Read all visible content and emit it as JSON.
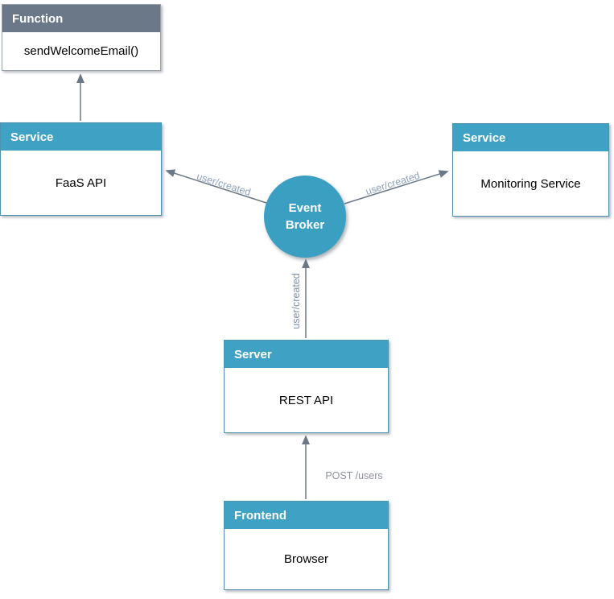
{
  "diagram": {
    "nodes": {
      "function": {
        "header": "Function",
        "label": "sendWelcomeEmail()"
      },
      "faas_api": {
        "header": "Service",
        "label": "FaaS API"
      },
      "monitoring": {
        "header": "Service",
        "label": "Monitoring Service"
      },
      "event_broker": {
        "label_line1": "Event",
        "label_line2": "Broker"
      },
      "rest_api": {
        "header": "Server",
        "label": "REST API"
      },
      "browser": {
        "header": "Frontend",
        "label": "Browser"
      }
    },
    "edges": {
      "broker_to_faas": {
        "label": "user/created"
      },
      "broker_to_monitoring": {
        "label": "user/created"
      },
      "rest_to_broker": {
        "label": "user/created"
      },
      "browser_to_rest": {
        "label": "POST /users"
      },
      "faas_to_function": {
        "label": ""
      }
    },
    "colors": {
      "node_header_blue": "#3fa2c4",
      "node_header_gray": "#6b7888",
      "node_border_blue": "#4e93ae",
      "node_border_gray": "#96a1ad",
      "circle_fill": "#3b9fc1",
      "arrow": "#6a7888",
      "edge_label_blue": "#8da0ba",
      "edge_label_vertical": "#7e91ab",
      "edge_label_gray": "#8c9099"
    }
  }
}
